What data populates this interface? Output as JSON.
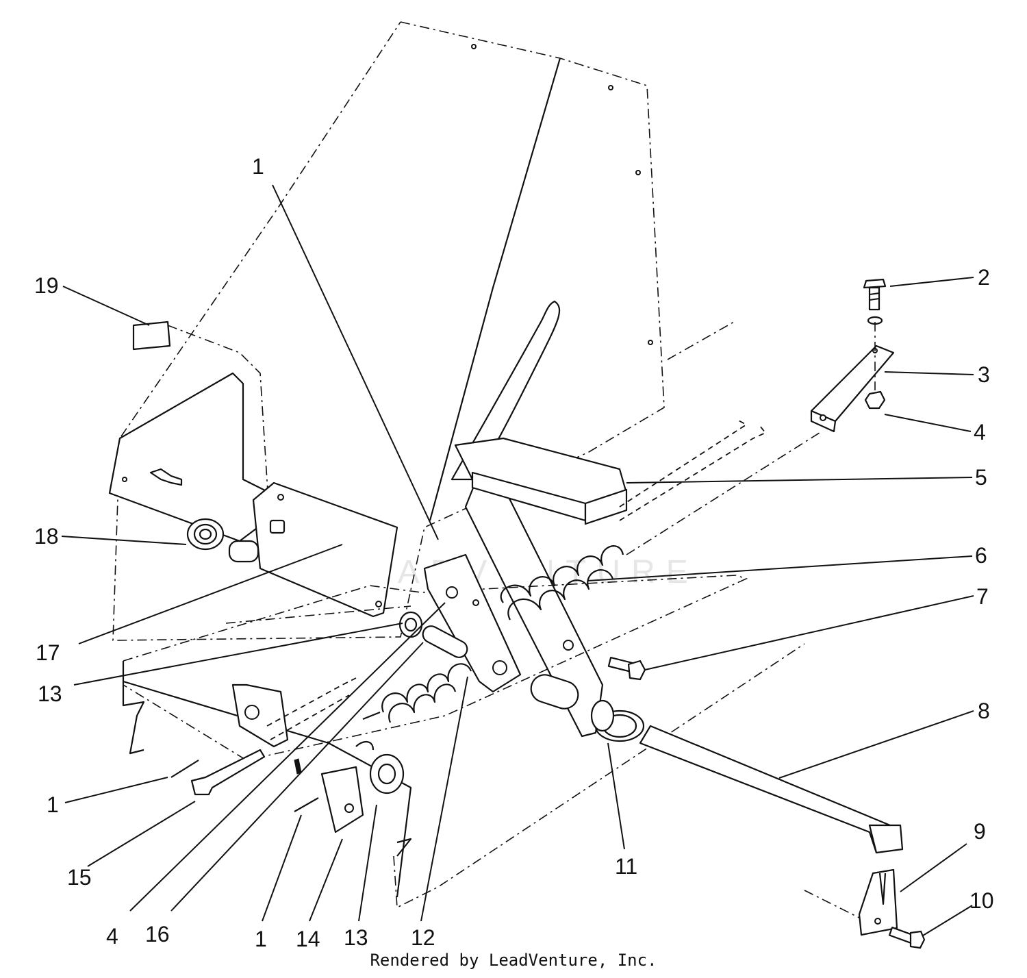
{
  "diagram": {
    "callout_labels": {
      "c1_top": "1",
      "c2": "2",
      "c3": "3",
      "c4_right": "4",
      "c5": "5",
      "c6": "6",
      "c7": "7",
      "c8": "8",
      "c9": "9",
      "c10": "10",
      "c11": "11",
      "c12": "12",
      "c13_left": "13",
      "c13_bottom": "13",
      "c14": "14",
      "c1_bottom": "1",
      "c4_bottom": "4",
      "c16": "16",
      "c15": "15",
      "c1_left": "1",
      "c17": "17",
      "c18": "18",
      "c19": "19"
    },
    "watermark": "LEADVENTURE",
    "footer": "Rendered by LeadVenture, Inc."
  }
}
